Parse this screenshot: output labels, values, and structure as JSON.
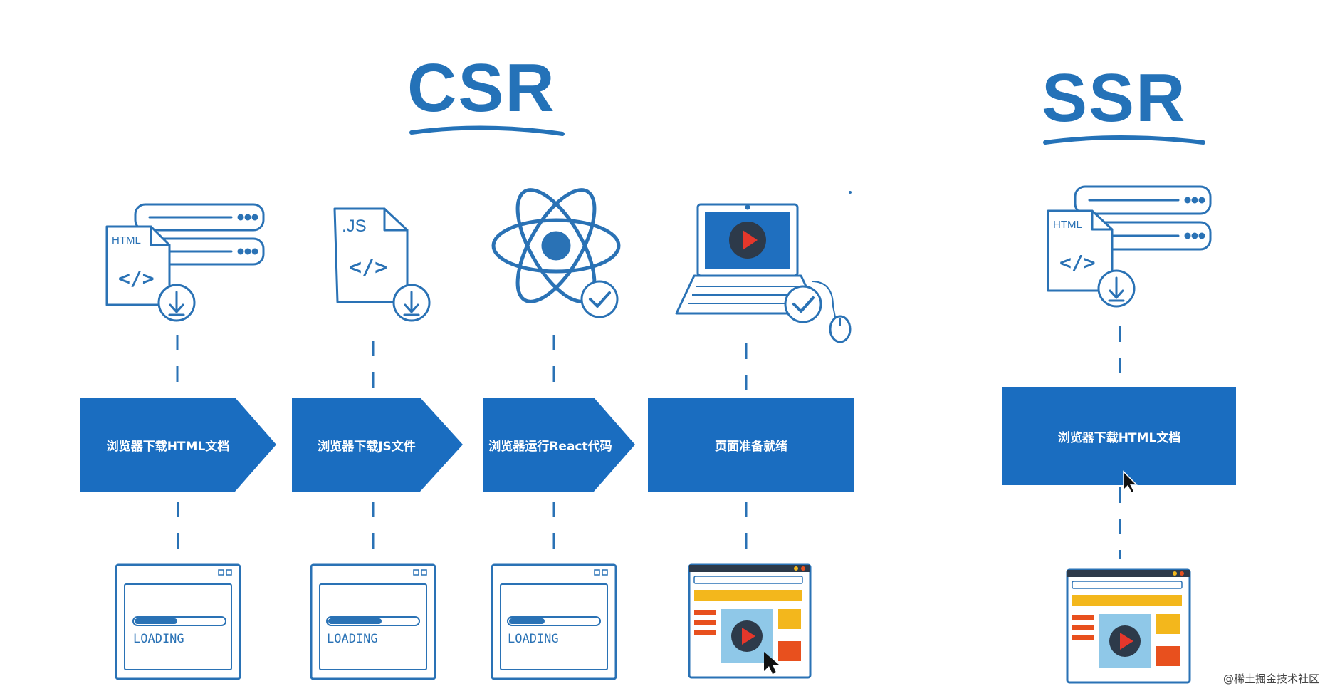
{
  "titles": {
    "csr": "CSR",
    "ssr": "SSR"
  },
  "csr_steps": [
    {
      "label": "浏览器下载HTML文档",
      "icon": "html-file-download"
    },
    {
      "label": "浏览器下载JS文件",
      "icon": "js-file-download"
    },
    {
      "label": "浏览器运行React代码",
      "icon": "react-atom"
    },
    {
      "label": "页面准备就绪",
      "icon": "laptop-ready"
    }
  ],
  "ssr_steps": [
    {
      "label": "浏览器下载HTML文档",
      "icon": "html-file-download"
    }
  ],
  "file_tags": {
    "html": "HTML",
    "js": ".JS",
    "code": "</>"
  },
  "loading_text": "LOADING",
  "watermark": "@稀土掘金技术社区",
  "colors": {
    "primary": "#1a6dc0",
    "stroke": "#2a72b5",
    "yellow": "#f3b71c",
    "orange": "#e8501e",
    "light_blue": "#8fc8e8",
    "dark": "#2d3a4a",
    "red": "#e5372b"
  }
}
